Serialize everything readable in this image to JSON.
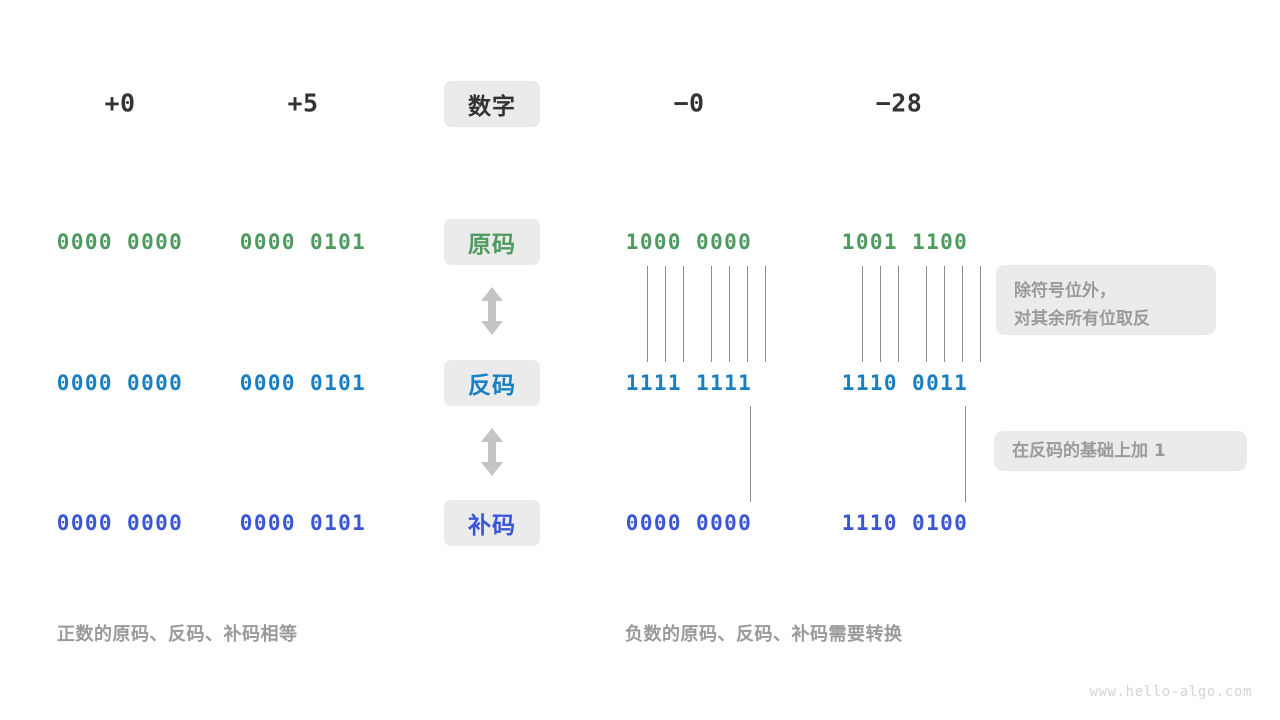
{
  "watermark": "www.hello-algo.com",
  "colors": {
    "sign_magnitude": "#4e9a5f",
    "ones_complement": "#1a7fc1",
    "twos_complement": "#3a56d4",
    "badge_bg": "#ebebeb",
    "header_text": "#333333",
    "muted_text": "#9a9a9a",
    "connector_line": "#8c8c8c",
    "arrow": "#c4c4c4"
  },
  "header": {
    "center_badge": "数字",
    "positive": [
      "+0",
      "+5"
    ],
    "negative": [
      "−0",
      "−28"
    ]
  },
  "rows": [
    {
      "label": "原码",
      "positive": [
        "0000 0000",
        "0000 0101"
      ],
      "negative": [
        "1000 0000",
        "1001 1100"
      ]
    },
    {
      "label": "反码",
      "positive": [
        "0000 0000",
        "0000 0101"
      ],
      "negative": [
        "1111 1111",
        "1110 0011"
      ]
    },
    {
      "label": "补码",
      "positive": [
        "0000 0000",
        "0000 0101"
      ],
      "negative": [
        "0000 0000",
        "1110 0100"
      ]
    }
  ],
  "notes": [
    {
      "line1": "除符号位外，",
      "line2": "对其余所有位取反"
    },
    {
      "line1": "在反码的基础上加  1",
      "line2": ""
    }
  ],
  "captions": {
    "left": "正数的原码、反码、补码相等",
    "right": "负数的原码、反码、补码需要转换"
  }
}
